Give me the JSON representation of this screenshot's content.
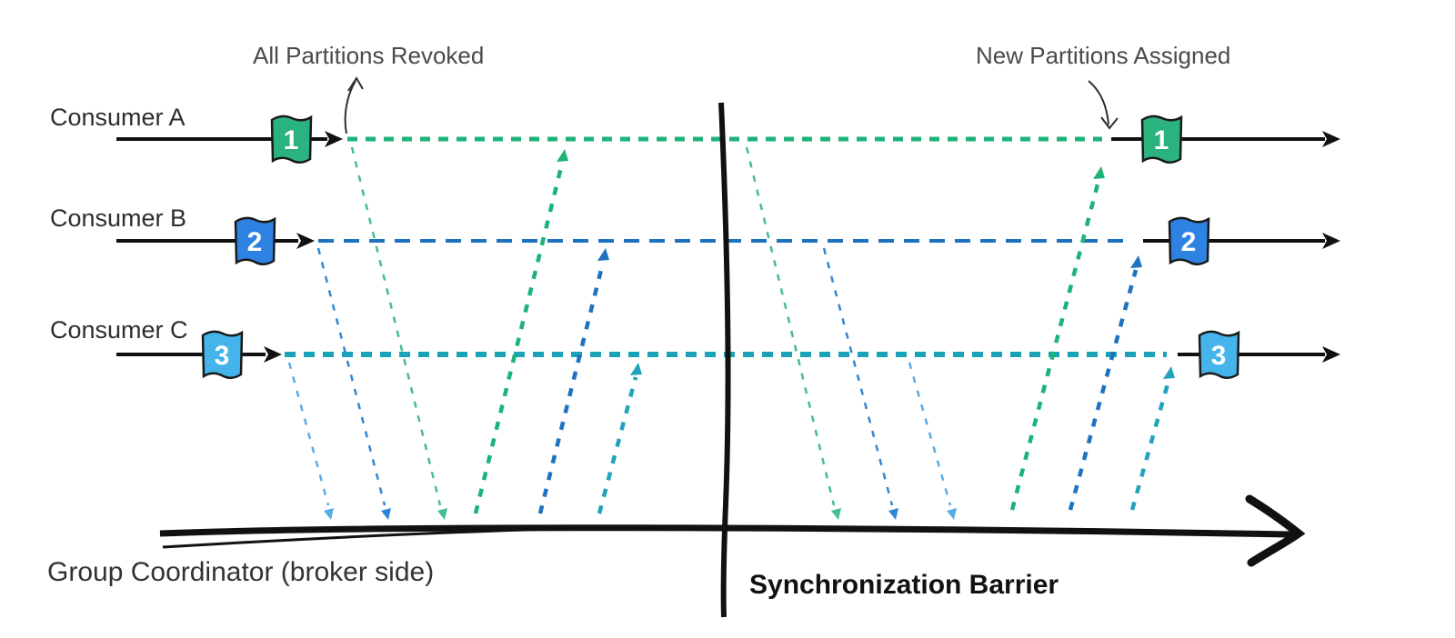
{
  "diagram": {
    "consumers": [
      {
        "label": "Consumer A",
        "partition": "1",
        "badge_color": "#2ab37e",
        "line_color": "#1db378",
        "request_color": "#44bd90",
        "response_color": "#1db378"
      },
      {
        "label": "Consumer B",
        "partition": "2",
        "badge_color": "#2e82e2",
        "line_color": "#1f72bf",
        "request_color": "#2e86d6",
        "response_color": "#1f72bf"
      },
      {
        "label": "Consumer C",
        "partition": "3",
        "badge_color": "#45b4ea",
        "line_color": "#1aa2b8",
        "request_color": "#58ace6",
        "response_color": "#21a3bd"
      }
    ],
    "annotations": {
      "revoked": "All Partitions Revoked",
      "assigned": "New Partitions Assigned"
    },
    "coordinator_label": "Group Coordinator (broker side)",
    "barrier_label": "Synchronization Barrier",
    "ink_color": "#111111"
  }
}
